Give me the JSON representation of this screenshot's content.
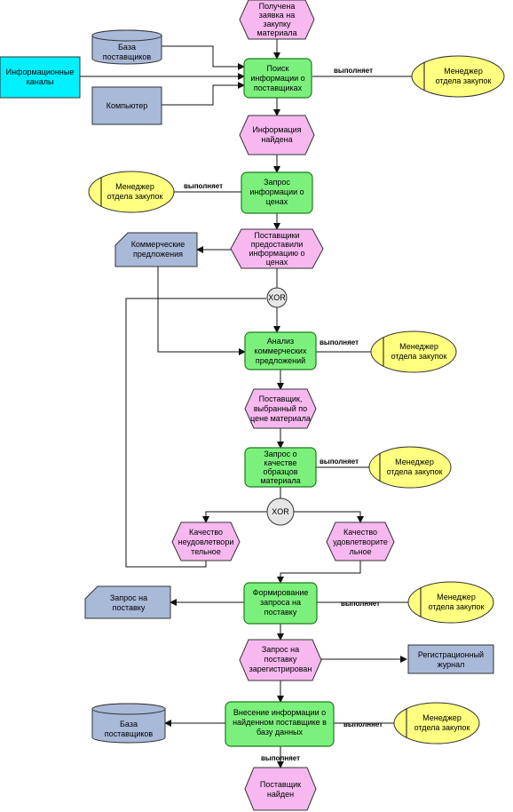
{
  "events": {
    "e1": [
      "Получена",
      "заявка на",
      "закупку",
      "материала"
    ],
    "e2": [
      "Информация",
      "найдена"
    ],
    "e3": [
      "Поставщики",
      "предоставили",
      "информацию о",
      "ценах"
    ],
    "e4": [
      "Поставщик,",
      "выбранный по",
      "цене материала"
    ],
    "e5": [
      "Качество",
      "неудовлетвори",
      "тельное"
    ],
    "e6": [
      "Качество",
      "удовлетворите",
      "льное"
    ],
    "e7": [
      "Запрос на",
      "поставку",
      "зарегистрирован"
    ],
    "e8": [
      "Поставщик",
      "найден"
    ]
  },
  "functions": {
    "f1": [
      "Поиск",
      "информации о",
      "поставщиках"
    ],
    "f2": [
      "Запрос",
      "информации о",
      "ценах"
    ],
    "f3": [
      "Анализ",
      "коммерческих",
      "предложений"
    ],
    "f4": [
      "Запрос о",
      "качестве",
      "образцов",
      "материала"
    ],
    "f5": [
      "Формирование",
      "запроса на",
      "поставку"
    ],
    "f6": [
      "Внесение информации о",
      "найденном поставщике в",
      "базу данных"
    ]
  },
  "role": [
    "Менеджер",
    "отдела закупок"
  ],
  "executes_label": "выполняет",
  "xor_label": "XOR",
  "resources": {
    "db_suppliers": [
      "База",
      "поставщиков"
    ],
    "info_channels": [
      "Информационные",
      "каналы"
    ],
    "computer": [
      "Компьютер"
    ],
    "commercial_offers": [
      "Коммерческие",
      "предложения"
    ],
    "delivery_request": [
      "Запрос на",
      "поставку"
    ],
    "registration_journal": [
      "Регистрационный",
      "журнал"
    ]
  },
  "colors": {
    "event": "#f6b8ee",
    "function": "#7cf07c",
    "role": "#ffff80",
    "resource": "#a9b9d8",
    "info_channel": "#00f0ff",
    "xor": "#e6e6e6"
  }
}
